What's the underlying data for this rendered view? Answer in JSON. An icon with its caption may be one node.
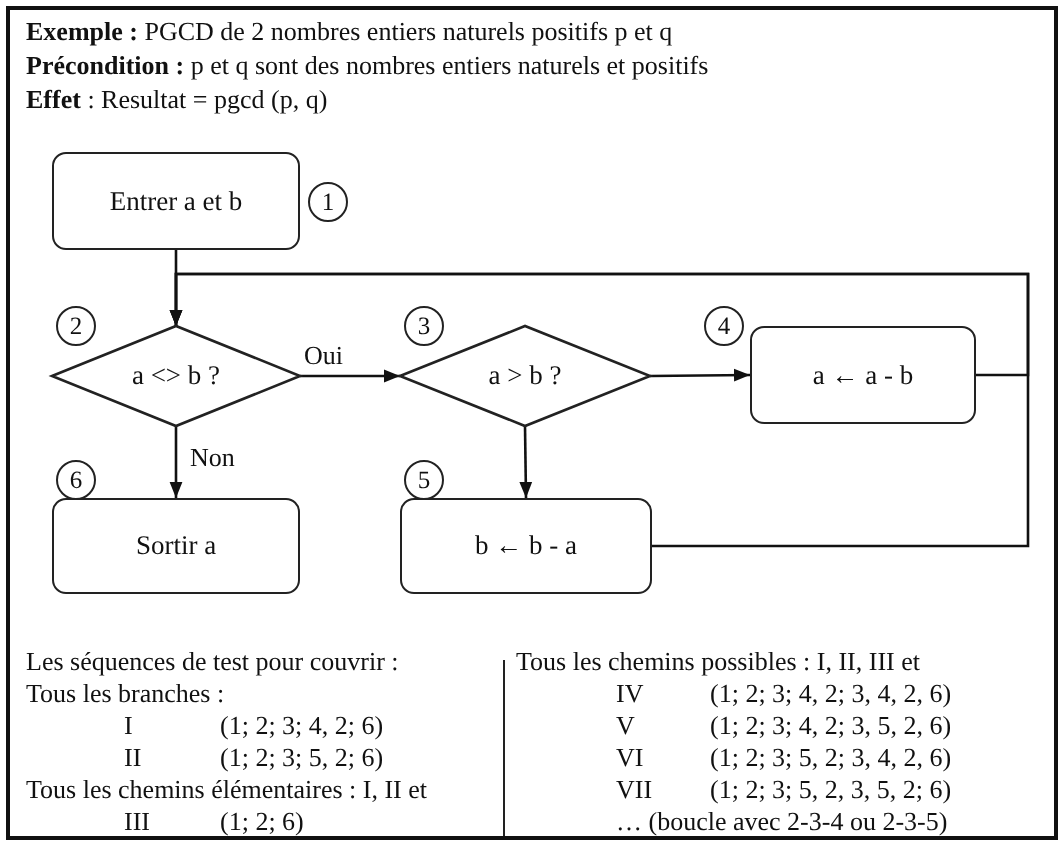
{
  "diagram": {
    "nodes": [
      {
        "text": [
          "Entrer a et b"
        ],
        "beside": [
          "1"
        ]
      },
      {
        "text": [
          "a <> b ?"
        ],
        "beside": [
          "2"
        ]
      },
      {
        "text": [
          "a > b ?"
        ],
        "beside": [
          "3"
        ]
      },
      {
        "text": [
          "a ← a - b"
        ],
        "beside": [
          "4"
        ]
      },
      {
        "text": [
          "b ← b - a"
        ],
        "beside": [
          "5"
        ]
      },
      {
        "text": [
          "Sortir a"
        ],
        "beside": [
          "6"
        ]
      }
    ],
    "edges": [
      {
        "from": 0,
        "to": 1,
        "arrow": "to"
      },
      {
        "from": 1,
        "to": 2,
        "arrow": "to",
        "label": "Oui"
      },
      {
        "from": 2,
        "to": 3,
        "arrow": "to"
      },
      {
        "from": 2,
        "to": 4,
        "arrow": "to"
      },
      {
        "from": 1,
        "to": 5,
        "arrow": "to",
        "label": "Non"
      },
      {
        "from": 3,
        "to": 1,
        "arrow": "to"
      },
      {
        "from": 4,
        "to": 1,
        "arrow": "to"
      }
    ],
    "labels": [
      "**Exemple :** PGCD de 2 nombres entiers naturels positifs p et q",
      "**Précondition :** p et q sont des nombres entiers naturels et positifs",
      "**Effet** : Resultat = pgcd (p, q)",
      "Les séquences de test pour couvrir :",
      "Tous les branches :",
      "I",
      "(1; 2; 3; 4, 2; 6)",
      "II",
      "(1; 2; 3; 5, 2; 6)",
      "Tous les chemins élémentaires : I, II et",
      "III",
      "(1; 2; 6)",
      "Tous les chemins possibles : I, II, III et",
      "IV",
      "(1; 2; 3; 4, 2; 3, 4, 2, 6)",
      "V",
      "(1; 2; 3; 4, 2; 3, 5, 2, 6)",
      "VI",
      "(1; 2; 3; 5, 2; 3, 4, 2, 6)",
      "VII",
      "(1; 2; 3; 5, 2, 3, 5, 2; 6)",
      "… (boucle avec 2-3-4 ou 2-3-5)"
    ]
  }
}
